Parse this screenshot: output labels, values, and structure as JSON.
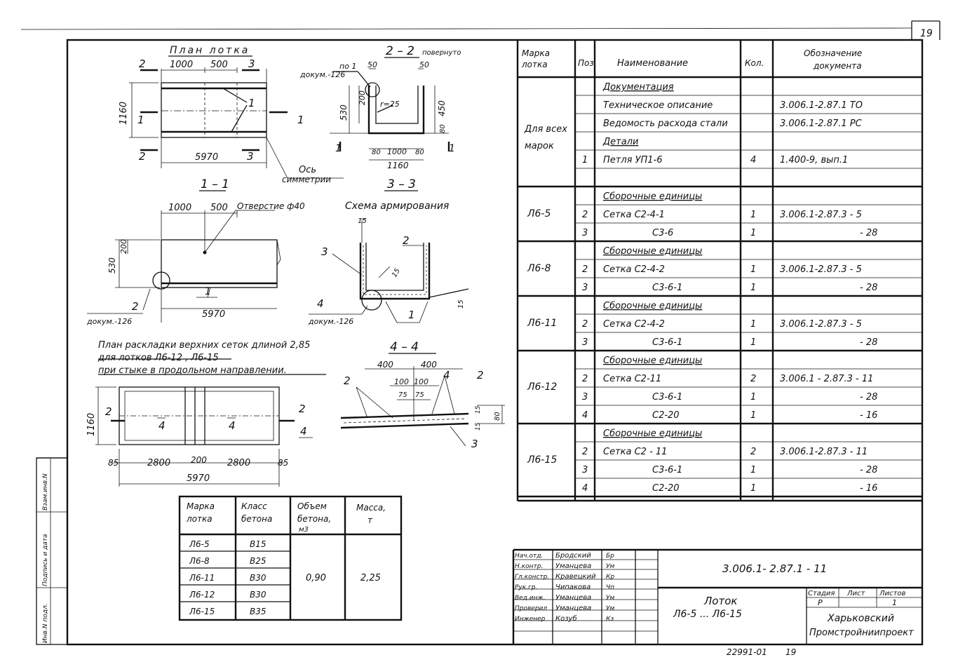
{
  "sheet": {
    "page_number": "19",
    "bottom_number": "22991-01",
    "bottom_page": "19",
    "side_stamp": [
      "Инв.N подл.",
      "Подпись и дата",
      "Взам.инв.N"
    ]
  },
  "plan": {
    "title": "План лотка",
    "dim_1000": "1000",
    "dim_500": "500",
    "dim_5970": "5970",
    "dim_1160": "1160",
    "sec2": "2",
    "sec3": "3",
    "sec1": "1",
    "callout_1": "1",
    "axis_label_1": "Ось",
    "axis_label_2": "симметрии"
  },
  "sec22": {
    "title": "2 – 2",
    "note": "повернуто",
    "ref_pos": "по 1",
    "ref_doc": "докум.-126",
    "d50a": "50",
    "d50b": "50",
    "d200": "200",
    "d530": "530",
    "d450": "450",
    "d80v": "80",
    "r25": "r=25",
    "d80a": "80",
    "d1000": "1000",
    "d80b": "80",
    "d1160": "1160",
    "m1a": "1",
    "m1b": "1"
  },
  "sec11": {
    "title": "1 – 1",
    "d1000": "1000",
    "d500": "500",
    "hole": "Отверстие ф40",
    "d200": "200",
    "d530": "530",
    "pos1": "1",
    "pos2": "2",
    "doc": "докум.-126",
    "d5970": "5970"
  },
  "sec33": {
    "title": "3 – 3",
    "scheme": "Схема армирования",
    "d15a": "15",
    "pos3": "3",
    "pos2": "2",
    "pos1": "1",
    "d15b": "15",
    "d15c": "15",
    "pos4": "4",
    "doc": "докум.-126"
  },
  "layout_plan": {
    "title1": "План раскладки верхних сеток длиной 2,85",
    "title2": "для лотков   Л6-12 , Л6-15",
    "title3": "при стыке в продольном направлении.",
    "d1160": "1160",
    "d85a": "85",
    "d2800a": "2800",
    "d200": "200",
    "d2800b": "2800",
    "d85b": "85",
    "d5970": "5970",
    "sec2a": "2",
    "sec2b": "2",
    "sec4": "4",
    "mark4a": "4",
    "mark4b": "4"
  },
  "sec44": {
    "title": "4 – 4",
    "d400a": "400",
    "d400b": "400",
    "d100a": "100",
    "d100b": "100",
    "d75a": "75",
    "d75b": "75",
    "d15a": "15",
    "d15b": "15",
    "d80": "80",
    "p2a": "2",
    "p4": "4",
    "p2b": "2",
    "p3": "3"
  },
  "spec": {
    "headers": [
      "Марка лотка",
      "Поз",
      "Наименование",
      "Кол.",
      "Обозначение документа"
    ],
    "all_marks": [
      "Для всех",
      "марок"
    ],
    "rows_all": [
      {
        "pos": "",
        "name": "Документация",
        "qty": "",
        "doc": "",
        "underline": true
      },
      {
        "pos": "",
        "name": "Техническое описание",
        "qty": "",
        "doc": "3.006.1-2.87.1   ТО"
      },
      {
        "pos": "",
        "name": "Ведомость расхода стали",
        "qty": "",
        "doc": "3.006.1-2.87.1   РС"
      },
      {
        "pos": "",
        "name": "Детали",
        "qty": "",
        "doc": "",
        "underline": true
      },
      {
        "pos": "1",
        "name": "Петля  УП1-6",
        "qty": "4",
        "doc": "1.400-9,  вып.1"
      },
      {
        "pos": "",
        "name": "",
        "qty": "",
        "doc": ""
      }
    ],
    "groups": [
      {
        "mark": "Л6-5",
        "rows": [
          {
            "pos": "",
            "name": "Сборочные единицы",
            "qty": "",
            "doc": "",
            "underline": true
          },
          {
            "pos": "2",
            "name": "Сетка   С2-4-1",
            "qty": "1",
            "doc": "3.006.1-2.87.3 - 5"
          },
          {
            "pos": "3",
            "name": "С3-6",
            "qty": "1",
            "doc": "- 28"
          }
        ]
      },
      {
        "mark": "Л6-8",
        "rows": [
          {
            "pos": "",
            "name": "Сборочные единицы",
            "qty": "",
            "doc": "",
            "underline": true
          },
          {
            "pos": "2",
            "name": "Сетка   С2-4-2",
            "qty": "1",
            "doc": "3.006.1-2.87.3 - 5"
          },
          {
            "pos": "3",
            "name": "С3-6-1",
            "qty": "1",
            "doc": "- 28"
          }
        ]
      },
      {
        "mark": "Л6-11",
        "rows": [
          {
            "pos": "",
            "name": "Сборочные единицы",
            "qty": "",
            "doc": "",
            "underline": true
          },
          {
            "pos": "2",
            "name": "Сетка   С2-4-2",
            "qty": "1",
            "doc": "3.006.1-2.87.3 - 5"
          },
          {
            "pos": "3",
            "name": "С3-6-1",
            "qty": "1",
            "doc": "- 28"
          }
        ]
      },
      {
        "mark": "Л6-12",
        "rows": [
          {
            "pos": "",
            "name": "Сборочные единицы",
            "qty": "",
            "doc": "",
            "underline": true
          },
          {
            "pos": "2",
            "name": "Сетка    С2-11",
            "qty": "2",
            "doc": "3.006.1 - 2.87.3 - 11"
          },
          {
            "pos": "3",
            "name": "С3-6-1",
            "qty": "1",
            "doc": "- 28"
          },
          {
            "pos": "4",
            "name": "С2-20",
            "qty": "1",
            "doc": "- 16"
          }
        ]
      },
      {
        "mark": "Л6-15",
        "rows": [
          {
            "pos": "",
            "name": "Сборочные единицы",
            "qty": "",
            "doc": "",
            "underline": true
          },
          {
            "pos": "2",
            "name": "Сетка    С2 - 11",
            "qty": "2",
            "doc": "3.006.1-2.87.3 - 11"
          },
          {
            "pos": "3",
            "name": "С3-6-1",
            "qty": "1",
            "doc": "- 28"
          },
          {
            "pos": "4",
            "name": "С2-20",
            "qty": "1",
            "doc": "- 16"
          }
        ]
      }
    ]
  },
  "concrete": {
    "headers": [
      [
        "Марка",
        "лотка"
      ],
      [
        "Класс",
        "бетона"
      ],
      [
        "Объем",
        "бетона,",
        "м3"
      ],
      [
        "Масса,",
        "т"
      ]
    ],
    "rows": [
      {
        "mark": "Л6-5",
        "cls": "В15"
      },
      {
        "mark": "Л6-8",
        "cls": "В25"
      },
      {
        "mark": "Л6-11",
        "cls": "В30"
      },
      {
        "mark": "Л6-12",
        "cls": "В30"
      },
      {
        "mark": "Л6-15",
        "cls": "В35"
      }
    ],
    "volume": "0,90",
    "mass": "2,25"
  },
  "title_block": {
    "doc_code": "3.006.1- 2.87.1 - 11",
    "name_line1": "Лоток",
    "name_line2": "Л6-5 ... Л6-15",
    "stage_h": "Стадия",
    "sheet_h": "Лист",
    "sheets_h": "Листов",
    "stage": "Р",
    "sheets": "1",
    "org1": "Харьковский",
    "org2": "Промстройниипроект",
    "staff": [
      {
        "role": "Нач.отд.",
        "name": "Бродский",
        "sign": "Бр"
      },
      {
        "role": "Н.контр.",
        "name": "Уманцева",
        "sign": "Ум"
      },
      {
        "role": "Гл.констр.",
        "name": "Кравецкий",
        "sign": "Кр"
      },
      {
        "role": "Рук.гр.",
        "name": "Чипакова",
        "sign": "Чп"
      },
      {
        "role": "Вед.инж.",
        "name": "Уманцева",
        "sign": "Ум"
      },
      {
        "role": "Проверил",
        "name": "Уманцева",
        "sign": "Ум"
      },
      {
        "role": "Инженер",
        "name": "Козуб",
        "sign": "Кз"
      }
    ]
  }
}
